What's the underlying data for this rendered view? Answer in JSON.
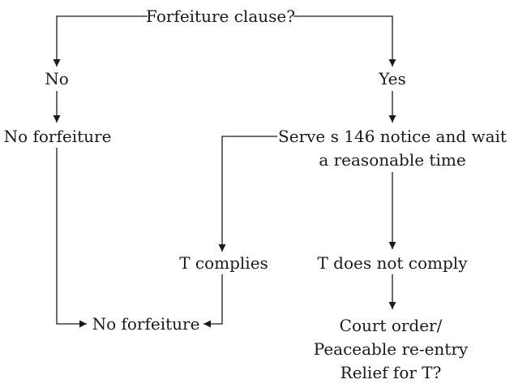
{
  "nodes": {
    "question": "Forfeiture clause?",
    "no": "No",
    "yes": "Yes",
    "no_forfeiture_left": "No forfeiture",
    "serve_line1": "Serve s 146 notice and wait",
    "serve_line2": "a reasonable time",
    "t_complies": "T complies",
    "t_does_not_comply": "T does not comply",
    "no_forfeiture_bottom": "No forfeiture",
    "court_line1": "Court order/",
    "court_line2": "Peaceable re-entry",
    "court_line3": "Relief for T?"
  },
  "colors": {
    "ink": "#1a1a1a",
    "background": "#ffffff"
  }
}
